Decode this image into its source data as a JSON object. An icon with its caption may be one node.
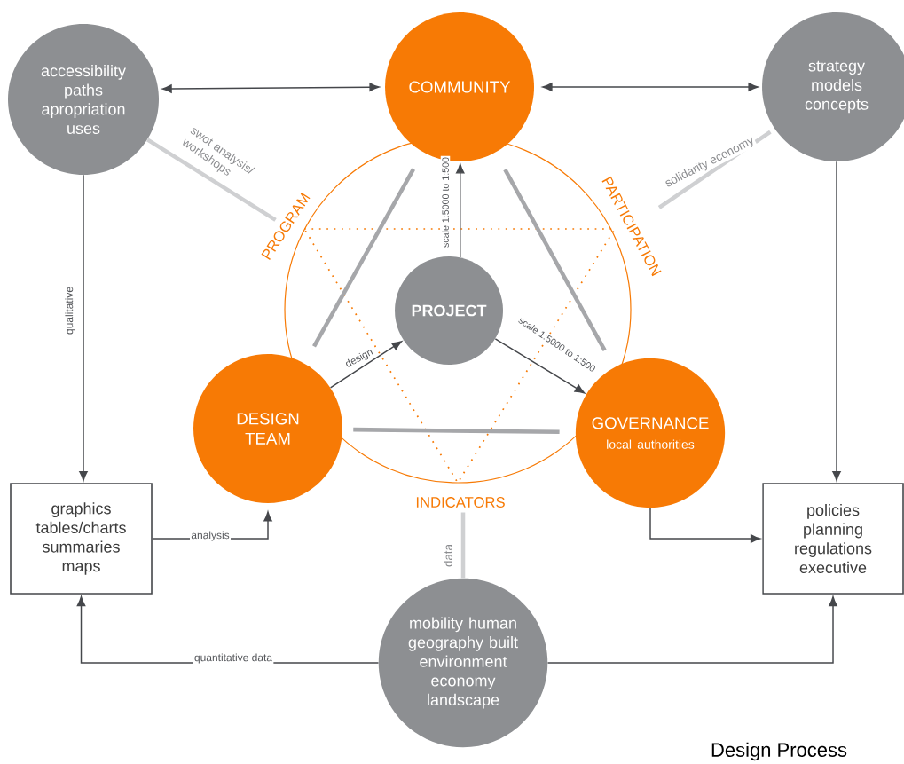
{
  "diagram": {
    "caption": "Design Process",
    "nodes": [
      {
        "text": [
          "accessibility paths apropriation uses"
        ]
      },
      {
        "text": [
          "COMMUNITY"
        ]
      },
      {
        "text": [
          "strategy models concepts"
        ]
      },
      {
        "text": [
          "PROJECT"
        ]
      },
      {
        "text": [
          "DESIGN TEAM"
        ]
      },
      {
        "text": [
          "GOVERNANCE",
          "local authorities"
        ]
      },
      {
        "text": [
          "graphics tables/charts summaries maps"
        ]
      },
      {
        "text": [
          "policies planning regulations executive"
        ]
      },
      {
        "text": [
          "mobility human geography built environment economy landscape"
        ]
      },
      {
        "text": [
          "PROGRAM"
        ]
      },
      {
        "text": [
          "PARTICIPATION"
        ]
      },
      {
        "text": [
          "INDICATORS"
        ]
      }
    ],
    "edges": [
      {
        "from": 0,
        "to": 1,
        "arrow": "both"
      },
      {
        "from": 1,
        "to": 2,
        "arrow": "both"
      },
      {
        "from": 0,
        "to": 6,
        "arrow": "to",
        "label": "qualitative"
      },
      {
        "from": 2,
        "to": 7,
        "arrow": "to"
      },
      {
        "from": 3,
        "to": 1,
        "arrow": "to",
        "label": "scale 1:5000 to 1:500"
      },
      {
        "from": 4,
        "to": 3,
        "arrow": "to",
        "label": "design"
      },
      {
        "from": 3,
        "to": 5,
        "arrow": "to",
        "label": "scale 1:5000 to 1:500"
      },
      {
        "from": 6,
        "to": 4,
        "arrow": "to",
        "label": "analysis"
      },
      {
        "from": 5,
        "to": 7,
        "arrow": "to"
      },
      {
        "from": 8,
        "to": 6,
        "arrow": "to",
        "label": "quantitative data"
      },
      {
        "from": 8,
        "to": 7,
        "arrow": "to"
      },
      {
        "from": 0,
        "to": 9,
        "arrow": "none",
        "label": "swot analysis/ workshops",
        "style": "thick",
        "color": "#cfd0d2"
      },
      {
        "from": 2,
        "to": 10,
        "arrow": "none",
        "label": "solidarity economy",
        "style": "thick",
        "color": "#cfd0d2"
      },
      {
        "from": 8,
        "to": 11,
        "arrow": "none",
        "label": "data",
        "style": "thick",
        "color": "#cfd0d2"
      },
      {
        "from": 1,
        "to": 4,
        "arrow": "none",
        "style": "thick",
        "color": "#a6a7aa"
      },
      {
        "from": 1,
        "to": 5,
        "arrow": "none",
        "style": "thick",
        "color": "#a6a7aa"
      },
      {
        "from": 4,
        "to": 5,
        "arrow": "none",
        "style": "thick",
        "color": "#a6a7aa"
      }
    ]
  }
}
